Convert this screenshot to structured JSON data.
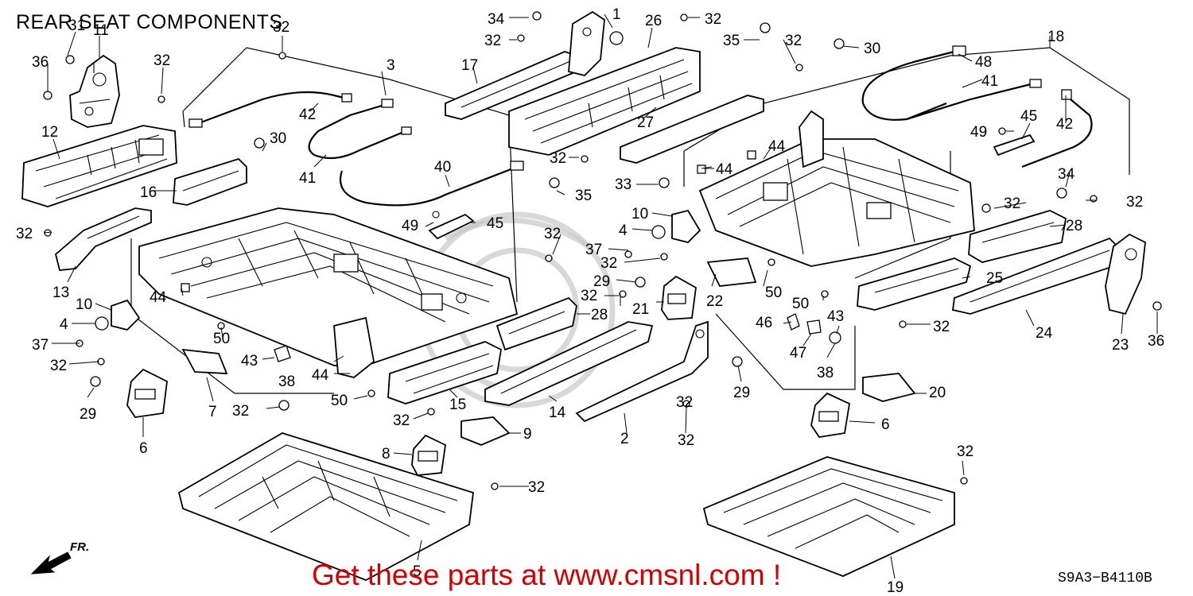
{
  "title": "REAR SEAT COMPONENTS",
  "ad_text": "Get these parts at www.cmsnl.com !",
  "diagram_code": "S9A3−B4110B",
  "front_indicator": "FR.",
  "accent_color": "#d40000",
  "callouts": [
    {
      "id": "c31",
      "text": "31"
    },
    {
      "id": "c11",
      "text": "11"
    },
    {
      "id": "c32a",
      "text": "32"
    },
    {
      "id": "c36a",
      "text": "36"
    },
    {
      "id": "c32b",
      "text": "32"
    },
    {
      "id": "c12",
      "text": "12"
    },
    {
      "id": "c3",
      "text": "3"
    },
    {
      "id": "c42a",
      "text": "42"
    },
    {
      "id": "c30a",
      "text": "30"
    },
    {
      "id": "c16",
      "text": "16"
    },
    {
      "id": "c41a",
      "text": "41"
    },
    {
      "id": "c40",
      "text": "40"
    },
    {
      "id": "c32c",
      "text": "32"
    },
    {
      "id": "c13",
      "text": "13"
    },
    {
      "id": "c49a",
      "text": "49"
    },
    {
      "id": "c45a",
      "text": "45"
    },
    {
      "id": "c34a",
      "text": "34"
    },
    {
      "id": "c1",
      "text": "1"
    },
    {
      "id": "c32d",
      "text": "32"
    },
    {
      "id": "c26",
      "text": "26"
    },
    {
      "id": "c32e",
      "text": "32"
    },
    {
      "id": "c17",
      "text": "17"
    },
    {
      "id": "c27",
      "text": "27"
    },
    {
      "id": "c32f",
      "text": "32"
    },
    {
      "id": "c35a",
      "text": "35"
    },
    {
      "id": "c33",
      "text": "33"
    },
    {
      "id": "c35b",
      "text": "35"
    },
    {
      "id": "c32g",
      "text": "32"
    },
    {
      "id": "c30b",
      "text": "30"
    },
    {
      "id": "c18",
      "text": "18"
    },
    {
      "id": "c48",
      "text": "48"
    },
    {
      "id": "c41b",
      "text": "41"
    },
    {
      "id": "c45b",
      "text": "45"
    },
    {
      "id": "c49b",
      "text": "49"
    },
    {
      "id": "c42b",
      "text": "42"
    },
    {
      "id": "c44a",
      "text": "44"
    },
    {
      "id": "c44b",
      "text": "44"
    },
    {
      "id": "c34b",
      "text": "34"
    },
    {
      "id": "c32h",
      "text": "32"
    },
    {
      "id": "c32i",
      "text": "32"
    },
    {
      "id": "c28a",
      "text": "28"
    },
    {
      "id": "c10a",
      "text": "10"
    },
    {
      "id": "c4a",
      "text": "4"
    },
    {
      "id": "c37a",
      "text": "37"
    },
    {
      "id": "c32j",
      "text": "32"
    },
    {
      "id": "c32k",
      "text": "32"
    },
    {
      "id": "c29a",
      "text": "29"
    },
    {
      "id": "c32l",
      "text": "32"
    },
    {
      "id": "c21",
      "text": "21"
    },
    {
      "id": "c22",
      "text": "22"
    },
    {
      "id": "c50a",
      "text": "50"
    },
    {
      "id": "c50b",
      "text": "50"
    },
    {
      "id": "c25",
      "text": "25"
    },
    {
      "id": "c44c",
      "text": "44"
    },
    {
      "id": "c10b",
      "text": "10"
    },
    {
      "id": "c4b",
      "text": "4"
    },
    {
      "id": "c37b",
      "text": "37"
    },
    {
      "id": "c32m",
      "text": "32"
    },
    {
      "id": "c50c",
      "text": "50"
    },
    {
      "id": "c43a",
      "text": "43"
    },
    {
      "id": "c44d",
      "text": "44"
    },
    {
      "id": "c38a",
      "text": "38"
    },
    {
      "id": "c29b",
      "text": "29"
    },
    {
      "id": "c7",
      "text": "7"
    },
    {
      "id": "c6a",
      "text": "6"
    },
    {
      "id": "c28b",
      "text": "28"
    },
    {
      "id": "c32n",
      "text": "32"
    },
    {
      "id": "c50d",
      "text": "50"
    },
    {
      "id": "c32o",
      "text": "32"
    },
    {
      "id": "c15",
      "text": "15"
    },
    {
      "id": "c14",
      "text": "14"
    },
    {
      "id": "c9",
      "text": "9"
    },
    {
      "id": "c8",
      "text": "8"
    },
    {
      "id": "c2",
      "text": "2"
    },
    {
      "id": "c32p",
      "text": "32"
    },
    {
      "id": "c29c",
      "text": "29"
    },
    {
      "id": "c46",
      "text": "46"
    },
    {
      "id": "c47",
      "text": "47"
    },
    {
      "id": "c43b",
      "text": "43"
    },
    {
      "id": "c38b",
      "text": "38"
    },
    {
      "id": "c20",
      "text": "20"
    },
    {
      "id": "c6b",
      "text": "6"
    },
    {
      "id": "c32q",
      "text": "32"
    },
    {
      "id": "c24",
      "text": "24"
    },
    {
      "id": "c23",
      "text": "23"
    },
    {
      "id": "c36b",
      "text": "36"
    },
    {
      "id": "c32r",
      "text": "32"
    },
    {
      "id": "c32s",
      "text": "32"
    },
    {
      "id": "c5",
      "text": "5"
    },
    {
      "id": "c19",
      "text": "19"
    },
    {
      "id": "c32t",
      "text": "32"
    }
  ]
}
